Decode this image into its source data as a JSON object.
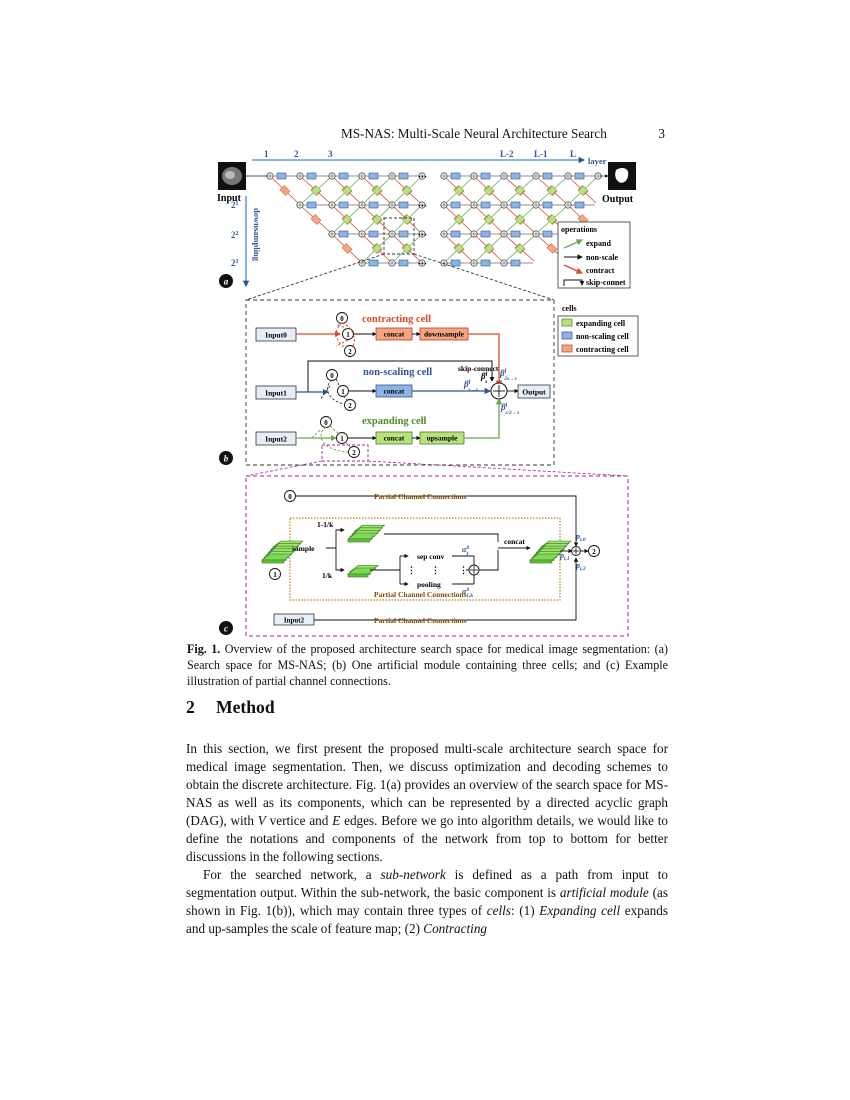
{
  "header": {
    "running_title": "MS-NAS: Multi-Scale Neural Architecture Search",
    "page_number": "3"
  },
  "figure": {
    "panel_labels": [
      "a",
      "b",
      "c"
    ],
    "panel_a": {
      "layer_numbers": [
        "1",
        "2",
        "3"
      ],
      "layer_numbers_right": [
        "L-2",
        "L-1",
        "L"
      ],
      "layer_label": "layer",
      "input_label": "Input",
      "output_label": "Output",
      "scale_labels": [
        "2",
        "2",
        "2"
      ],
      "scale_exponents": [
        "1",
        "2",
        "3"
      ],
      "downsampling_label": "downsampling",
      "legend_operations_title": "operations",
      "legend_operations": [
        "expand",
        "non-scale",
        "contract",
        "skip-connet"
      ],
      "legend_cells_title": "cells",
      "legend_cells": [
        "expanding cell",
        "non-scaling cell",
        "contracting cell"
      ],
      "colors": {
        "expand": "#6aa84f",
        "non_scale": "#2f5597",
        "contract": "#d64b2a",
        "cell_green": "#b6e37b",
        "cell_blue": "#8db4e2",
        "cell_red": "#f4a582"
      }
    },
    "panel_b": {
      "contracting_cell_title": "contracting cell",
      "non_scaling_cell_title": "non-scaling cell",
      "expanding_cell_title": "expanding cell",
      "inputs": [
        "Input0",
        "Input1",
        "Input2"
      ],
      "concat_label": "concat",
      "downsample_label": "downsample",
      "upsample_label": "upsample",
      "skip_connect_label": "skip-connect",
      "output_label": "Output",
      "node_labels": [
        "0",
        "1",
        "2"
      ],
      "beta_symbol": "β",
      "beta_top_sup": "l",
      "beta_top_sub": "2s→s",
      "beta_mid_sub": "s→s",
      "beta_bottom_sub": "s/2→s",
      "skip_beta_sup": "l",
      "skip_beta_sub": "s"
    },
    "panel_c": {
      "node_top": "0",
      "node_left": "1",
      "node_right": "2",
      "partial_top": "Partial Channel Connections",
      "partial_mid": "Partial Channel Connections",
      "partial_bottom": "Partial Channel Connections",
      "input2_label": "Input2",
      "sample_label": "sample",
      "frac_top": "1-1/k",
      "frac_bottom": "1/k",
      "sep_conv_label": "sep conv",
      "pooling_label": "pooling",
      "concat_label": "concat",
      "alpha_symbol": "α",
      "alpha_top_sup": "0",
      "alpha_top_sub": "1",
      "alpha_bottom_sup": "0",
      "alpha_bottom_sub": "1,k",
      "p_symbol": "p",
      "p_top_sub": "i,0",
      "p_mid_sub": "i,1",
      "p_bottom_sub": "i,2",
      "ellipsis": "⋮"
    }
  },
  "caption": {
    "label": "Fig. 1.",
    "text": " Overview of the proposed architecture search space for medical image segmentation: (a) Search space for MS-NAS; (b) One artificial module containing three cells; and (c) Example illustration of partial channel connections."
  },
  "section": {
    "number": "2",
    "title": "Method"
  },
  "body": {
    "p1_s1": "In this section, we first present the proposed multi-scale architecture search space for medical image segmentation. Then, we discuss optimization and decoding schemes to obtain the discrete architecture. Fig. 1(a) provides an overview of the search space for MS-NAS as well as its components, which can be represented by a directed acyclic graph (DAG), with ",
    "p1_V": "V",
    "p1_s2": " vertice and ",
    "p1_E": "E",
    "p1_s3": " edges. Before we go into algorithm details, we would like to define the notations and components of the network from top to bottom for better discussions in the following sections.",
    "p2_s1": "For the searched network, a ",
    "p2_subnetwork": "sub-network",
    "p2_s2": " is defined as a path from input to segmentation output. Within the sub-network, the basic component is ",
    "p2_artificial_module": "artificial module",
    "p2_s3": " (as shown in Fig. 1(b)), which may contain three types of ",
    "p2_cells": "cells",
    "p2_s4": ": (1) ",
    "p2_expanding_cell": "Expanding cell",
    "p2_s5": " expands and up-samples the scale of feature map; (2) ",
    "p2_contracting": "Contracting"
  }
}
